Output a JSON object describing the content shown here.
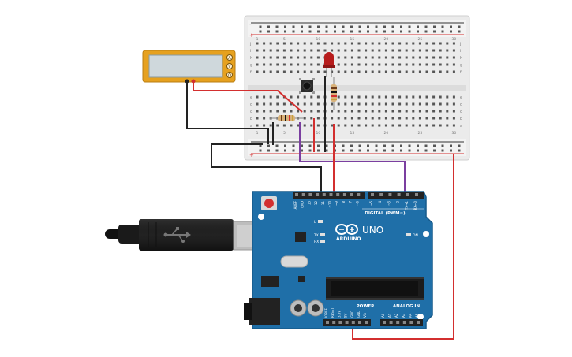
{
  "board": {
    "brand": "ARDUINO",
    "model": "UNO",
    "digital_header": "DIGITAL (PWM~)",
    "power_header": "POWER",
    "analog_header": "ANALOG IN",
    "on_label": "ON",
    "led_l": "L",
    "tx": "TX",
    "rx": "RX",
    "digital_pins": [
      "AREF",
      "GND",
      "13",
      "12",
      "~11",
      "~10",
      "~9",
      "8",
      "7",
      "~6",
      "~5",
      "4",
      "~3",
      "2",
      "TX→1",
      "RX←0"
    ],
    "power_pins": [
      "IOREF",
      "RESET",
      "3.3V",
      "5V",
      "GND",
      "GND",
      "Vin"
    ],
    "analog_pins": [
      "A0",
      "A1",
      "A2",
      "A3",
      "A4",
      "A5"
    ]
  },
  "breadboard": {
    "row_letters_top": [
      "j",
      "i",
      "h",
      "g",
      "f"
    ],
    "row_letters_bottom": [
      "e",
      "d",
      "c",
      "b",
      "a"
    ],
    "column_numbers": [
      "1",
      "5",
      "10",
      "15",
      "20",
      "25",
      "30"
    ],
    "rail_plus": "+",
    "rail_minus": "-"
  },
  "multimeter": {
    "reading": "",
    "modes": [
      "A",
      "V",
      "Ω"
    ]
  },
  "colors": {
    "board": "#1f6fa8",
    "board_dark": "#175a8a",
    "wire_red": "#d32f2f",
    "wire_black": "#222222",
    "wire_purple": "#7b3fa0",
    "breadboard": "#ececec",
    "meter": "#e6a11f"
  }
}
